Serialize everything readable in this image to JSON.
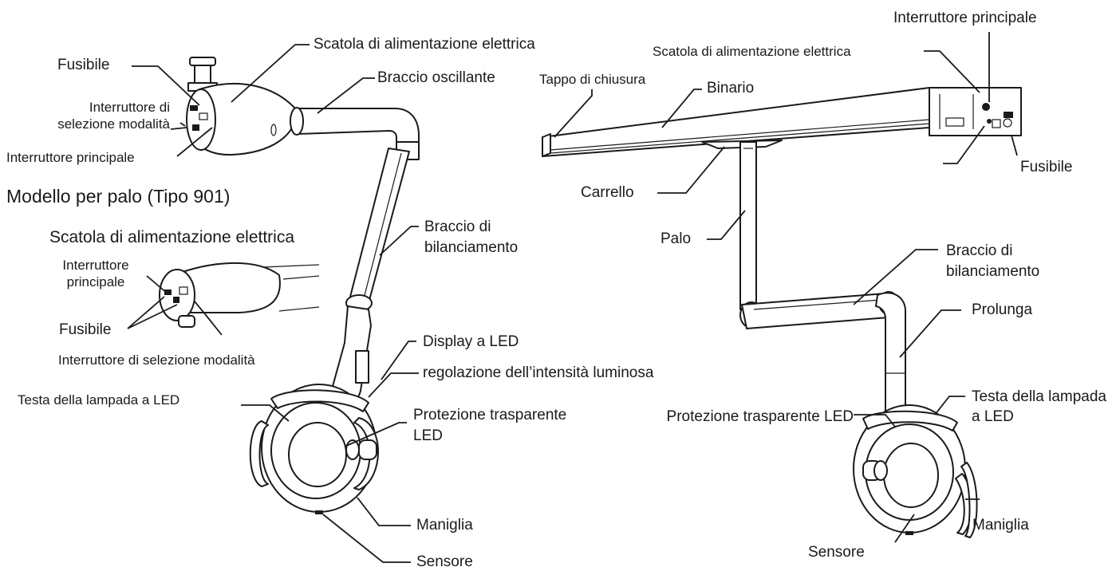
{
  "wall_model": {
    "power_box": "Scatola di alimentazione elettrica",
    "fuse": "Fusibile",
    "mode_switch": "Interruttore di selezione modalità",
    "main_switch": "Interruttore principale",
    "swing_arm": "Braccio oscillante",
    "balance_arm": "Braccio di bilanciamento",
    "led_display": "Display a LED",
    "intensity": "regolazione dell’intensità luminosa",
    "lamp_head": "Testa della lampada a LED",
    "led_cover": "Protezione trasparente LED",
    "handle": "Maniglia",
    "sensor": "Sensore"
  },
  "pole_model": {
    "title": "Modello per palo (Tipo 901)",
    "power_box": "Scatola di alimentazione elettrica",
    "main_switch": "Interruttore principale",
    "fuse": "Fusibile",
    "mode_switch": "Interruttore di selezione modalità"
  },
  "ceiling_model": {
    "main_switch": "Interruttore principale",
    "power_box": "Scatola di alimentazione elettrica",
    "end_cap": "Tappo di chiusura",
    "rail": "Binario",
    "fuse": "Fusibile",
    "trolley": "Carrello",
    "pole": "Palo",
    "balance_arm": "Braccio di bilanciamento",
    "extension": "Prolunga",
    "lamp_head": "Testa della lampada a LED",
    "led_cover": "Protezione trasparente LED",
    "handle": "Maniglia",
    "sensor": "Sensore"
  }
}
